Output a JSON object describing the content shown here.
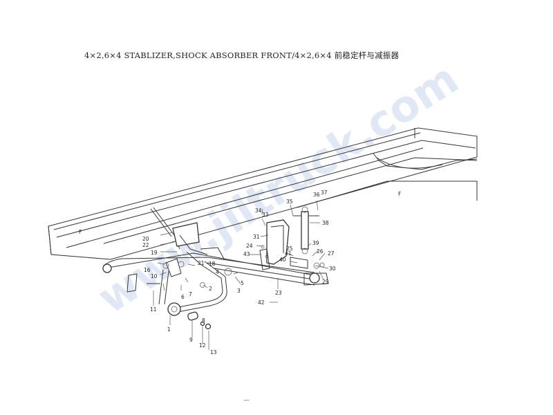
{
  "title": "4×2,6×4 STABLIZER,SHOCK ABSORBER FRONT/4×2,6×4 前稳定杆与减振器",
  "watermark": "www.jiltruck.com",
  "page_mark": "—",
  "frame_marks": [
    "F",
    "F"
  ],
  "callouts": [
    "1",
    "2",
    "3",
    "4",
    "5",
    "6",
    "7",
    "8",
    "9",
    "10",
    "11",
    "12",
    "13",
    "16",
    "18",
    "19",
    "20",
    "21",
    "22",
    "23",
    "24",
    "25",
    "26",
    "27",
    "29",
    "30",
    "31",
    "33",
    "34",
    "35",
    "36",
    "37",
    "38",
    "39",
    "40",
    "41",
    "42",
    "43"
  ]
}
